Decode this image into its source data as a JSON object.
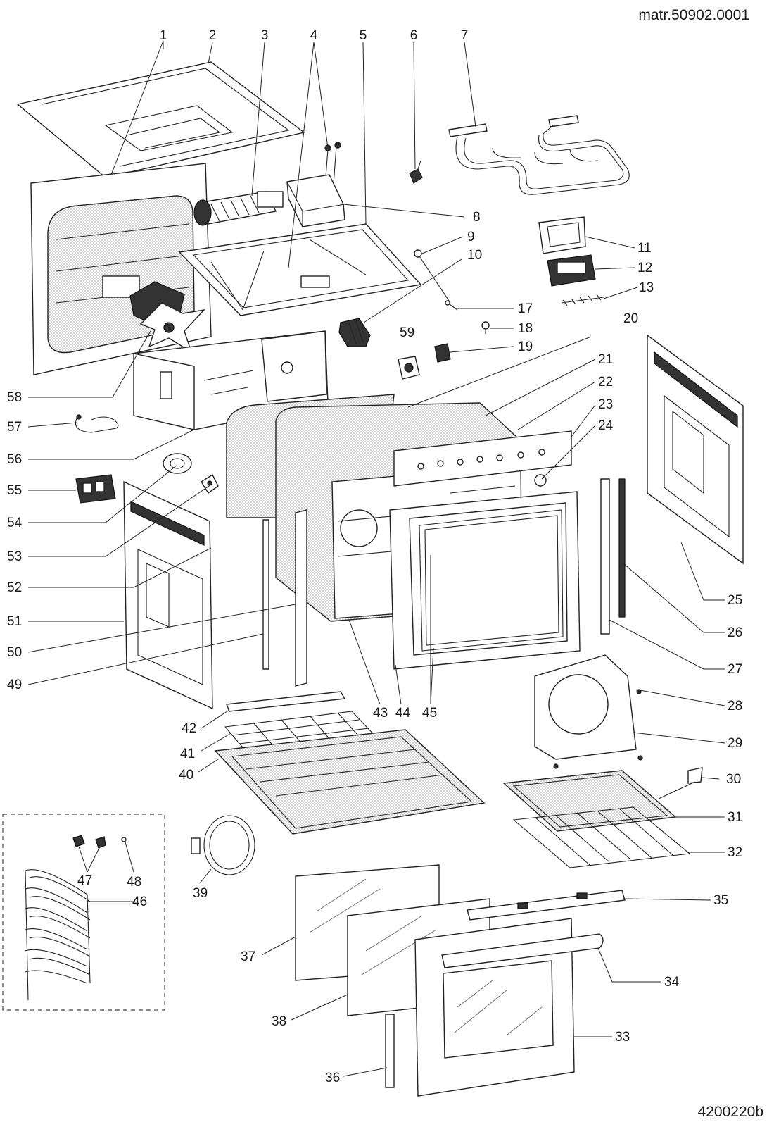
{
  "header": {
    "material_code": "matr.50902.0001"
  },
  "footer": {
    "drawing_code": "4200220b"
  },
  "callouts": [
    {
      "n": "1"
    },
    {
      "n": "2"
    },
    {
      "n": "3"
    },
    {
      "n": "4"
    },
    {
      "n": "5"
    },
    {
      "n": "6"
    },
    {
      "n": "7"
    },
    {
      "n": "8"
    },
    {
      "n": "9"
    },
    {
      "n": "10"
    },
    {
      "n": "11"
    },
    {
      "n": "12"
    },
    {
      "n": "13"
    },
    {
      "n": "17"
    },
    {
      "n": "18"
    },
    {
      "n": "19"
    },
    {
      "n": "20"
    },
    {
      "n": "21"
    },
    {
      "n": "22"
    },
    {
      "n": "23"
    },
    {
      "n": "24"
    },
    {
      "n": "25"
    },
    {
      "n": "26"
    },
    {
      "n": "27"
    },
    {
      "n": "28"
    },
    {
      "n": "29"
    },
    {
      "n": "30"
    },
    {
      "n": "31"
    },
    {
      "n": "32"
    },
    {
      "n": "33"
    },
    {
      "n": "34"
    },
    {
      "n": "35"
    },
    {
      "n": "36"
    },
    {
      "n": "37"
    },
    {
      "n": "38"
    },
    {
      "n": "39"
    },
    {
      "n": "40"
    },
    {
      "n": "41"
    },
    {
      "n": "42"
    },
    {
      "n": "43"
    },
    {
      "n": "44"
    },
    {
      "n": "45"
    },
    {
      "n": "46"
    },
    {
      "n": "47"
    },
    {
      "n": "48"
    },
    {
      "n": "49"
    },
    {
      "n": "50"
    },
    {
      "n": "51"
    },
    {
      "n": "52"
    },
    {
      "n": "53"
    },
    {
      "n": "54"
    },
    {
      "n": "55"
    },
    {
      "n": "56"
    },
    {
      "n": "57"
    },
    {
      "n": "58"
    },
    {
      "n": "59"
    }
  ]
}
